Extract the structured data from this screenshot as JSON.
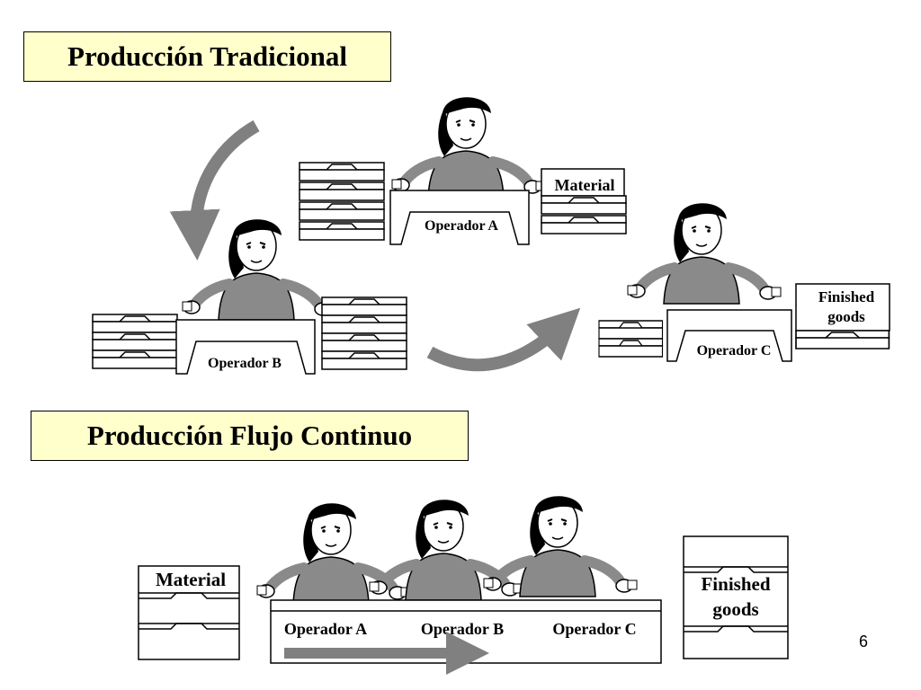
{
  "titles": {
    "traditional": "Producción Tradicional",
    "continuous": "Producción Flujo Continuo"
  },
  "labels": {
    "operator_a": "Operador A",
    "operator_b": "Operador B",
    "operator_c": "Operador C",
    "material": "Material",
    "finished_line1": "Finished",
    "finished_line2": "goods"
  },
  "page_number": "6",
  "colors": {
    "title_bg": "#ffffcc",
    "arrow": "#808080",
    "shirt": "#8a8a8a",
    "hair": "#000000"
  }
}
